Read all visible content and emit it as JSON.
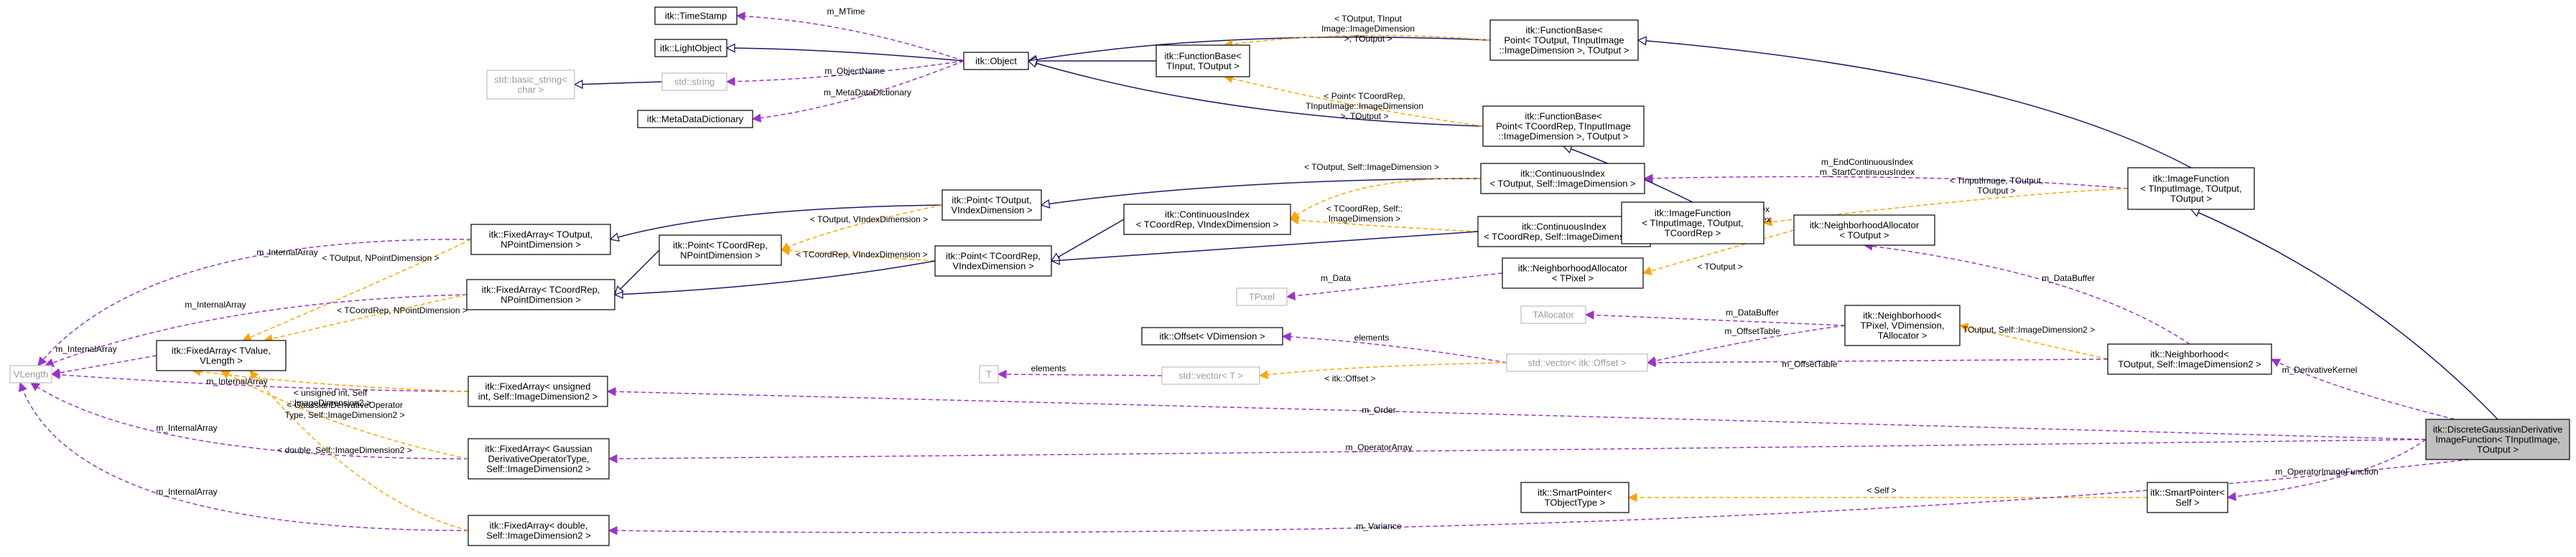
{
  "nodes": {
    "vlength": [
      "VLength"
    ],
    "timestamp": [
      "itk::TimeStamp"
    ],
    "lightobject": [
      "itk::LightObject"
    ],
    "basic_string": [
      "std::basic_string<",
      "char >"
    ],
    "std_string": [
      "std::string"
    ],
    "metadatadict": [
      "itk::MetaDataDictionary"
    ],
    "object": [
      "itk::Object"
    ],
    "fb_tdim": [
      "itk::FunctionBase<",
      "TInput, TOutput >"
    ],
    "fb_point_tinput": [
      "itk::FunctionBase<",
      "Point< TOutput, TInputImage",
      "::ImageDimension >, TOutput >"
    ],
    "fb_point_tcoord": [
      "itk::FunctionBase<",
      "Point< TCoordRep, TInputImage",
      "::ImageDimension >, TOutput >"
    ],
    "imagefunction_main": [
      "itk::ImageFunction",
      "< TInputImage, TOutput,",
      "TOutput >"
    ],
    "contidx_tout": [
      "itk::ContinuousIndex",
      "< TOutput, Self::ImageDimension >"
    ],
    "contidx_tcoord_self": [
      "itk::ContinuousIndex",
      "< TCoordRep, Self::ImageDimension >"
    ],
    "imagefunction_tcoord": [
      "itk::ImageFunction",
      "< TInputImage, TOutput,",
      "TCoordRep >"
    ],
    "point_tout": [
      "itk::Point< TOutput,",
      "VIndexDimension >"
    ],
    "contidx_tcoord_vidx": [
      "itk::ContinuousIndex",
      "< TCoordRep, VIndexDimension >"
    ],
    "point_tcoord_vidx": [
      "itk::Point< TCoordRep,",
      "VIndexDimension >"
    ],
    "point_tcoord_npd": [
      "itk::Point< TCoordRep,",
      "NPointDimension >"
    ],
    "fa_tout_npd": [
      "itk::FixedArray< TOutput,",
      "NPointDimension >"
    ],
    "fa_tcoord_npd": [
      "itk::FixedArray< TCoordRep,",
      "NPointDimension >"
    ],
    "fa_tvalue": [
      "itk::FixedArray< TValue,",
      "VLength >"
    ],
    "fa_uint": [
      "itk::FixedArray< unsigned",
      "int, Self::ImageDimension2 >"
    ],
    "fa_gauss": [
      "itk::FixedArray< Gaussian",
      "DerivativeOperatorType,",
      "Self::ImageDimension2 >"
    ],
    "fa_double": [
      "itk::FixedArray< double,",
      "Self::ImageDimension2 >"
    ],
    "nalloc_tpixel": [
      "itk::NeighborhoodAllocator",
      "< TPixel >"
    ],
    "nalloc_tout": [
      "itk::NeighborhoodAllocator",
      "< TOutput >"
    ],
    "tpixel": [
      "TPixel"
    ],
    "tallocator": [
      "TAllocator"
    ],
    "neighborhood_tmpl": [
      "itk::Neighborhood<",
      "TPixel, VDimension,",
      "TAllocator >"
    ],
    "offset_vdim": [
      "itk::Offset< VDimension >"
    ],
    "vector_offset": [
      "std::vector< itk::Offset >"
    ],
    "t": [
      "T"
    ],
    "vector_t": [
      "std::vector< T >"
    ],
    "neighborhood_tout": [
      "itk::Neighborhood<",
      "TOutput, Self::ImageDimension2 >"
    ],
    "smartptr_tobj": [
      "itk::SmartPointer<",
      "TObjectType >"
    ],
    "smartptr_self": [
      "itk::SmartPointer<",
      "Self >"
    ],
    "main": [
      "itk::DiscreteGaussianDerivative",
      "ImageFunction< TInputImage,",
      "TOutput >"
    ]
  },
  "edge_labels": {
    "m_MTime": "m_MTime",
    "m_ObjectName": "m_ObjectName",
    "m_MetaDataDictionary": "m_MetaDataDictionary",
    "tmpl_tinput_dim": [
      "< TOutput, TInput",
      "Image::ImageDimension",
      ">, TOutput >"
    ],
    "tmpl_tcoord_dim": [
      "< Point< TCoordRep,",
      "TInputImage::ImageDimension",
      ">, TOutput >"
    ],
    "m_EndContinuousIndex_1": [
      "m_EndContinuousIndex",
      "m_StartContinuousIndex"
    ],
    "tmpl_tout_selfdim": "< TOutput, Self::ImageDimension >",
    "tmpl_tcoord_selfdim": [
      "< TCoordRep, Self::",
      "ImageDimension >"
    ],
    "m_EndContinuousIndex_2": [
      "m_EndContinuousIndex",
      "m_StartContinuousIndex"
    ],
    "tmpl_tinput_tout": [
      "< TInputImage, TOutput,",
      "TOutput >"
    ],
    "tmpl_tout_vidx": "< TOutput, VIndexDimension >",
    "tmpl_tcoord_vidx": "< TCoordRep, VIndexDimension >",
    "m_InternalArray_1": "m_InternalArray",
    "tmpl_tout_npd": "< TOutput, NPointDimension >",
    "m_InternalArray_2": "m_InternalArray",
    "tmpl_tcoord_npd": "< TCoordRep, NPointDimension >",
    "m_InternalArray_3": "m_InternalArray",
    "tmpl_uint": [
      "< unsigned int, Self",
      "::ImageDimension2 >"
    ],
    "m_InternalArray_4": "m_InternalArray",
    "tmpl_gauss": [
      "< GaussianDerivativeOperator",
      "Type, Self::ImageDimension2 >"
    ],
    "m_InternalArray_5": "m_InternalArray",
    "m_InternalArray_6": "m_InternalArray",
    "tmpl_double": "< double, Self::ImageDimension2 >",
    "m_Data": "m_Data",
    "tmpl_toutput": "< TOutput >",
    "m_DataBuffer_1": "m_DataBuffer",
    "m_DataBuffer_2": "m_DataBuffer",
    "m_OffsetTable_1": "m_OffsetTable",
    "tmpl_tout_selfdim2": "< TOutput, Self::ImageDimension2 >",
    "elements_1": "elements",
    "elements_2": "elements",
    "tmpl_itkoffset": "< itk::Offset >",
    "m_OffsetTable_2": "m_OffsetTable",
    "m_DerivativeKernel": "m_DerivativeKernel",
    "m_Order": "m_Order",
    "m_OperatorArray": "m_OperatorArray",
    "m_OperatorImageFunction": "m_OperatorImageFunction",
    "tmpl_self": "< Self >",
    "m_Variance": "m_Variance"
  },
  "colors": {
    "inheritance": "#191970",
    "usage": "#9a32cd",
    "template": "#ffa500",
    "selected_fill": "#bfbfbf",
    "external_border": "#bfbfbf"
  }
}
